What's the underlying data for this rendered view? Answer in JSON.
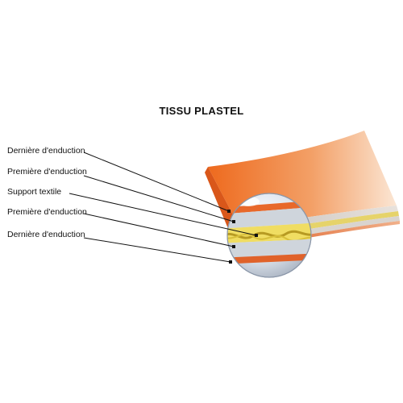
{
  "title": "TISSU PLASTEL",
  "layers": [
    {
      "label": "Dernière d'enduction"
    },
    {
      "label": "Première d'enduction"
    },
    {
      "label": "Support textile"
    },
    {
      "label": "Première d'enduction"
    },
    {
      "label": "Dernière d'enduction"
    }
  ],
  "colors": {
    "top_coating": "#ee6a1e",
    "top_coating_fade": "#fbe2cc",
    "textile": "#e8d24a",
    "primer": "#c9cfd6",
    "bottom_coating": "#e0622a",
    "lens": "#d6dde8"
  }
}
